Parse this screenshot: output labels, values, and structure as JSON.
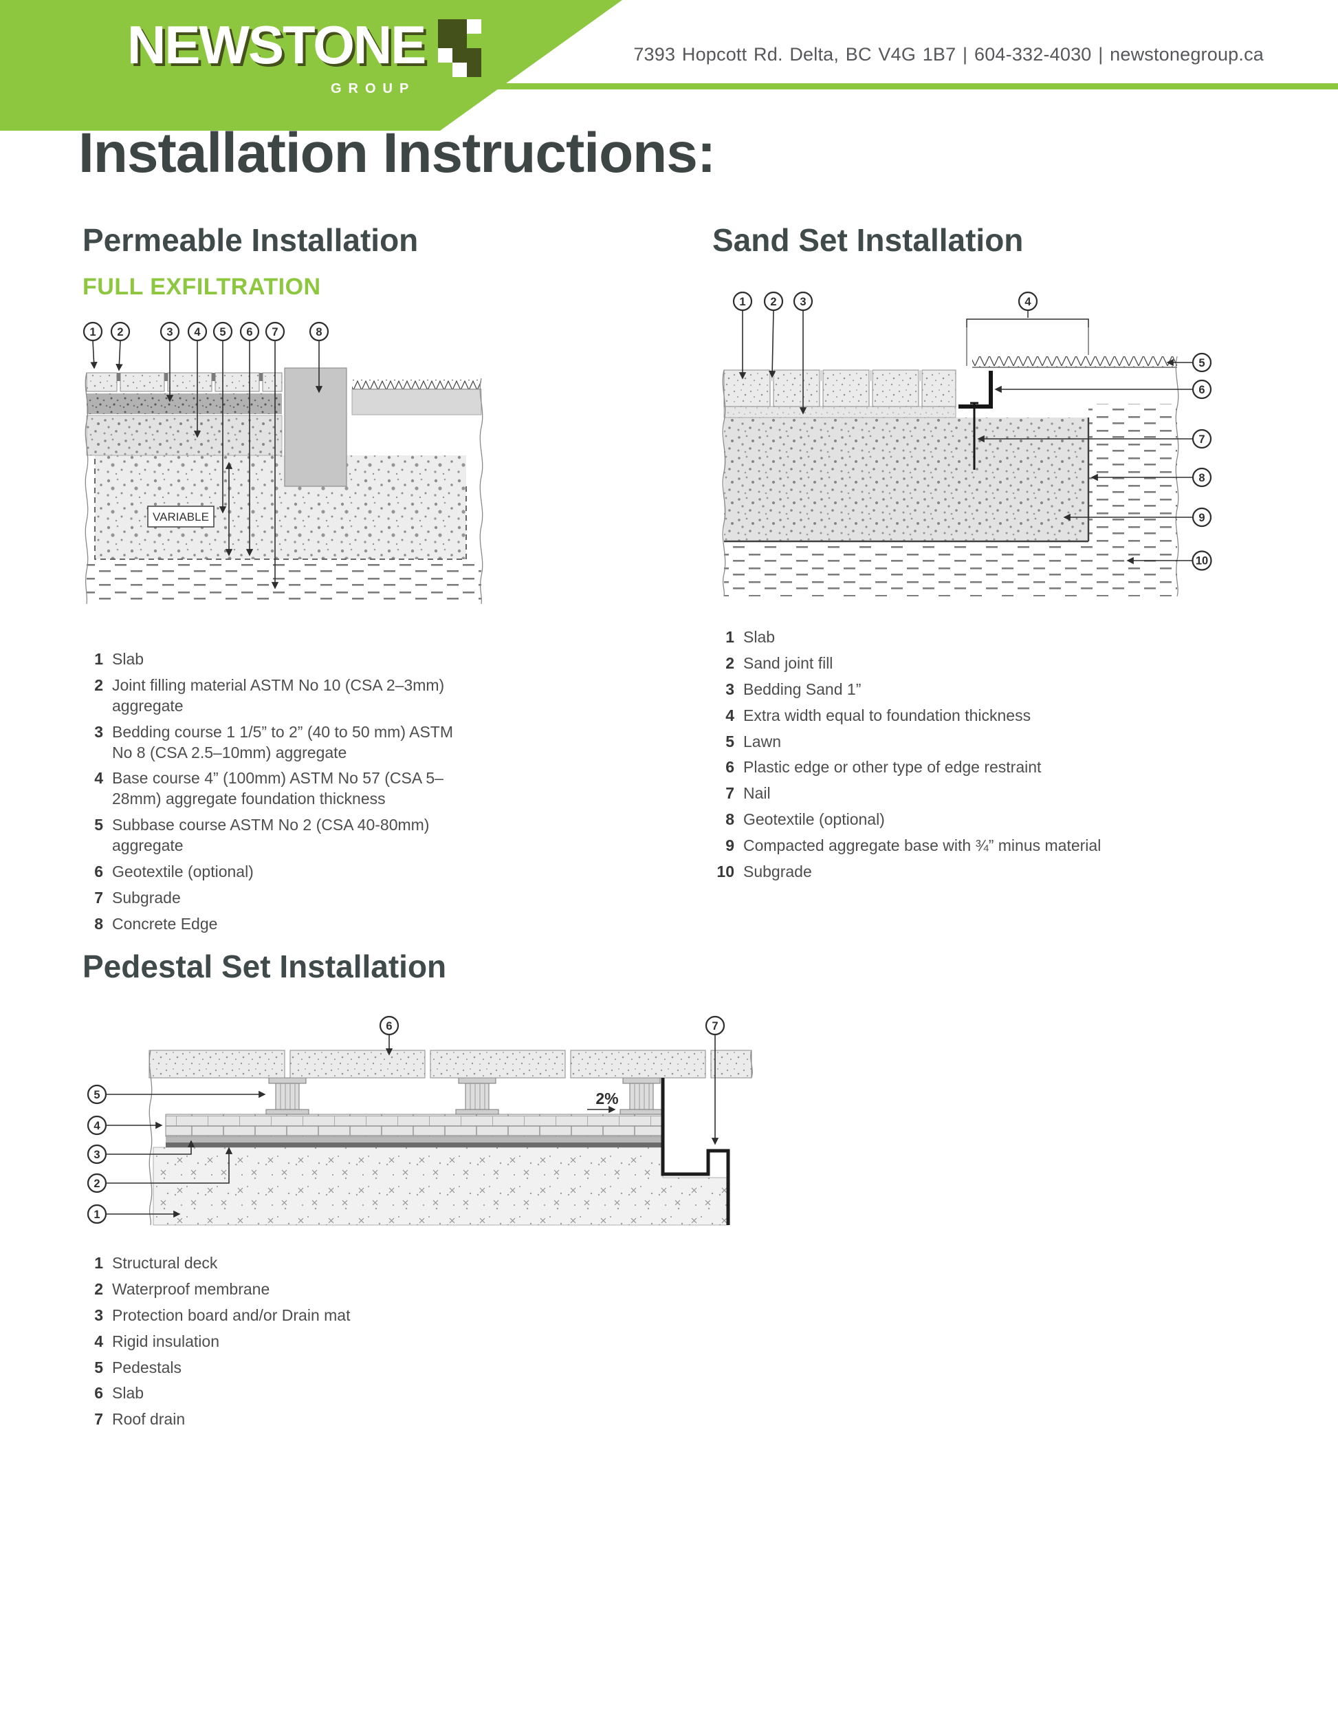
{
  "header": {
    "logo_text": "NEWSTONE",
    "logo_sub": "GROUP",
    "contact": "7393 Hopcott Rd. Delta, BC V4G 1B7  |  604-332-4030  |  newstonegroup.ca",
    "brand_green": "#8dc63f"
  },
  "page_title": "Installation Instructions:",
  "sections": {
    "permeable": {
      "title": "Permeable Installation",
      "subtitle": "FULL EXFILTRATION",
      "variable_label": "VARIABLE",
      "items": [
        {
          "num": "1",
          "text": "Slab"
        },
        {
          "num": "2",
          "text": "Joint filling material ASTM No 10 (CSA 2–3mm) aggregate"
        },
        {
          "num": "3",
          "text": "Bedding course 1 1/5” to 2” (40 to 50 mm) ASTM No 8 (CSA 2.5–10mm) aggregate"
        },
        {
          "num": "4",
          "text": "Base course 4” (100mm) ASTM No 57 (CSA 5–28mm) aggregate foundation thickness"
        },
        {
          "num": "5",
          "text": "Subbase course ASTM No 2 (CSA 40-80mm) aggregate"
        },
        {
          "num": "6",
          "text": "Geotextile (optional)"
        },
        {
          "num": "7",
          "text": "Subgrade"
        },
        {
          "num": "8",
          "text": "Concrete Edge"
        }
      ]
    },
    "sandset": {
      "title": "Sand Set Installation",
      "items": [
        {
          "num": "1",
          "text": "Slab"
        },
        {
          "num": "2",
          "text": "Sand joint fill"
        },
        {
          "num": "3",
          "text": "Bedding Sand 1”"
        },
        {
          "num": "4",
          "text": "Extra width equal to foundation thickness"
        },
        {
          "num": "5",
          "text": "Lawn"
        },
        {
          "num": "6",
          "text": "Plastic edge or other type of edge restraint"
        },
        {
          "num": "7",
          "text": "Nail"
        },
        {
          "num": "8",
          "text": "Geotextile (optional)"
        },
        {
          "num": "9",
          "text": "Compacted aggregate base with ¾” minus material"
        },
        {
          "num": "10",
          "text": "Subgrade"
        }
      ]
    },
    "pedestal": {
      "title": "Pedestal Set Installation",
      "slope_label": "2%",
      "items": [
        {
          "num": "1",
          "text": "Structural deck"
        },
        {
          "num": "2",
          "text": "Waterproof membrane"
        },
        {
          "num": "3",
          "text": "Protection board and/or Drain mat"
        },
        {
          "num": "4",
          "text": "Rigid insulation"
        },
        {
          "num": "5",
          "text": "Pedestals"
        },
        {
          "num": "6",
          "text": "Slab"
        },
        {
          "num": "7",
          "text": "Roof drain"
        }
      ]
    }
  }
}
